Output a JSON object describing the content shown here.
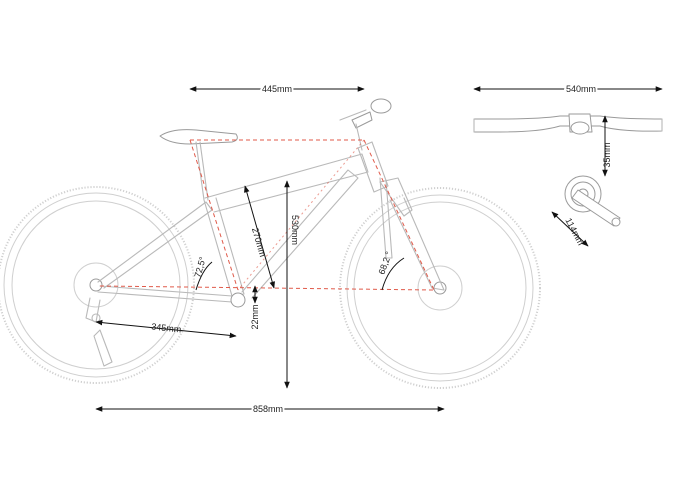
{
  "diagram": {
    "dimensions": {
      "reach": "445mm",
      "handlebar_width": "540mm",
      "handlebar_rise": "35mm",
      "seat_tube": "270mm",
      "standover": "530mm",
      "seat_angle": "72,5°",
      "head_angle": "68,2 °",
      "chainstay": "345mm",
      "bb_drop": "22mm",
      "wheelbase": "858mm",
      "crank_length": "114mm"
    },
    "colors": {
      "geometry_line": "#e05a4a",
      "bike_outline": "#b9b9b9",
      "dimension_arrow": "#111111"
    }
  }
}
